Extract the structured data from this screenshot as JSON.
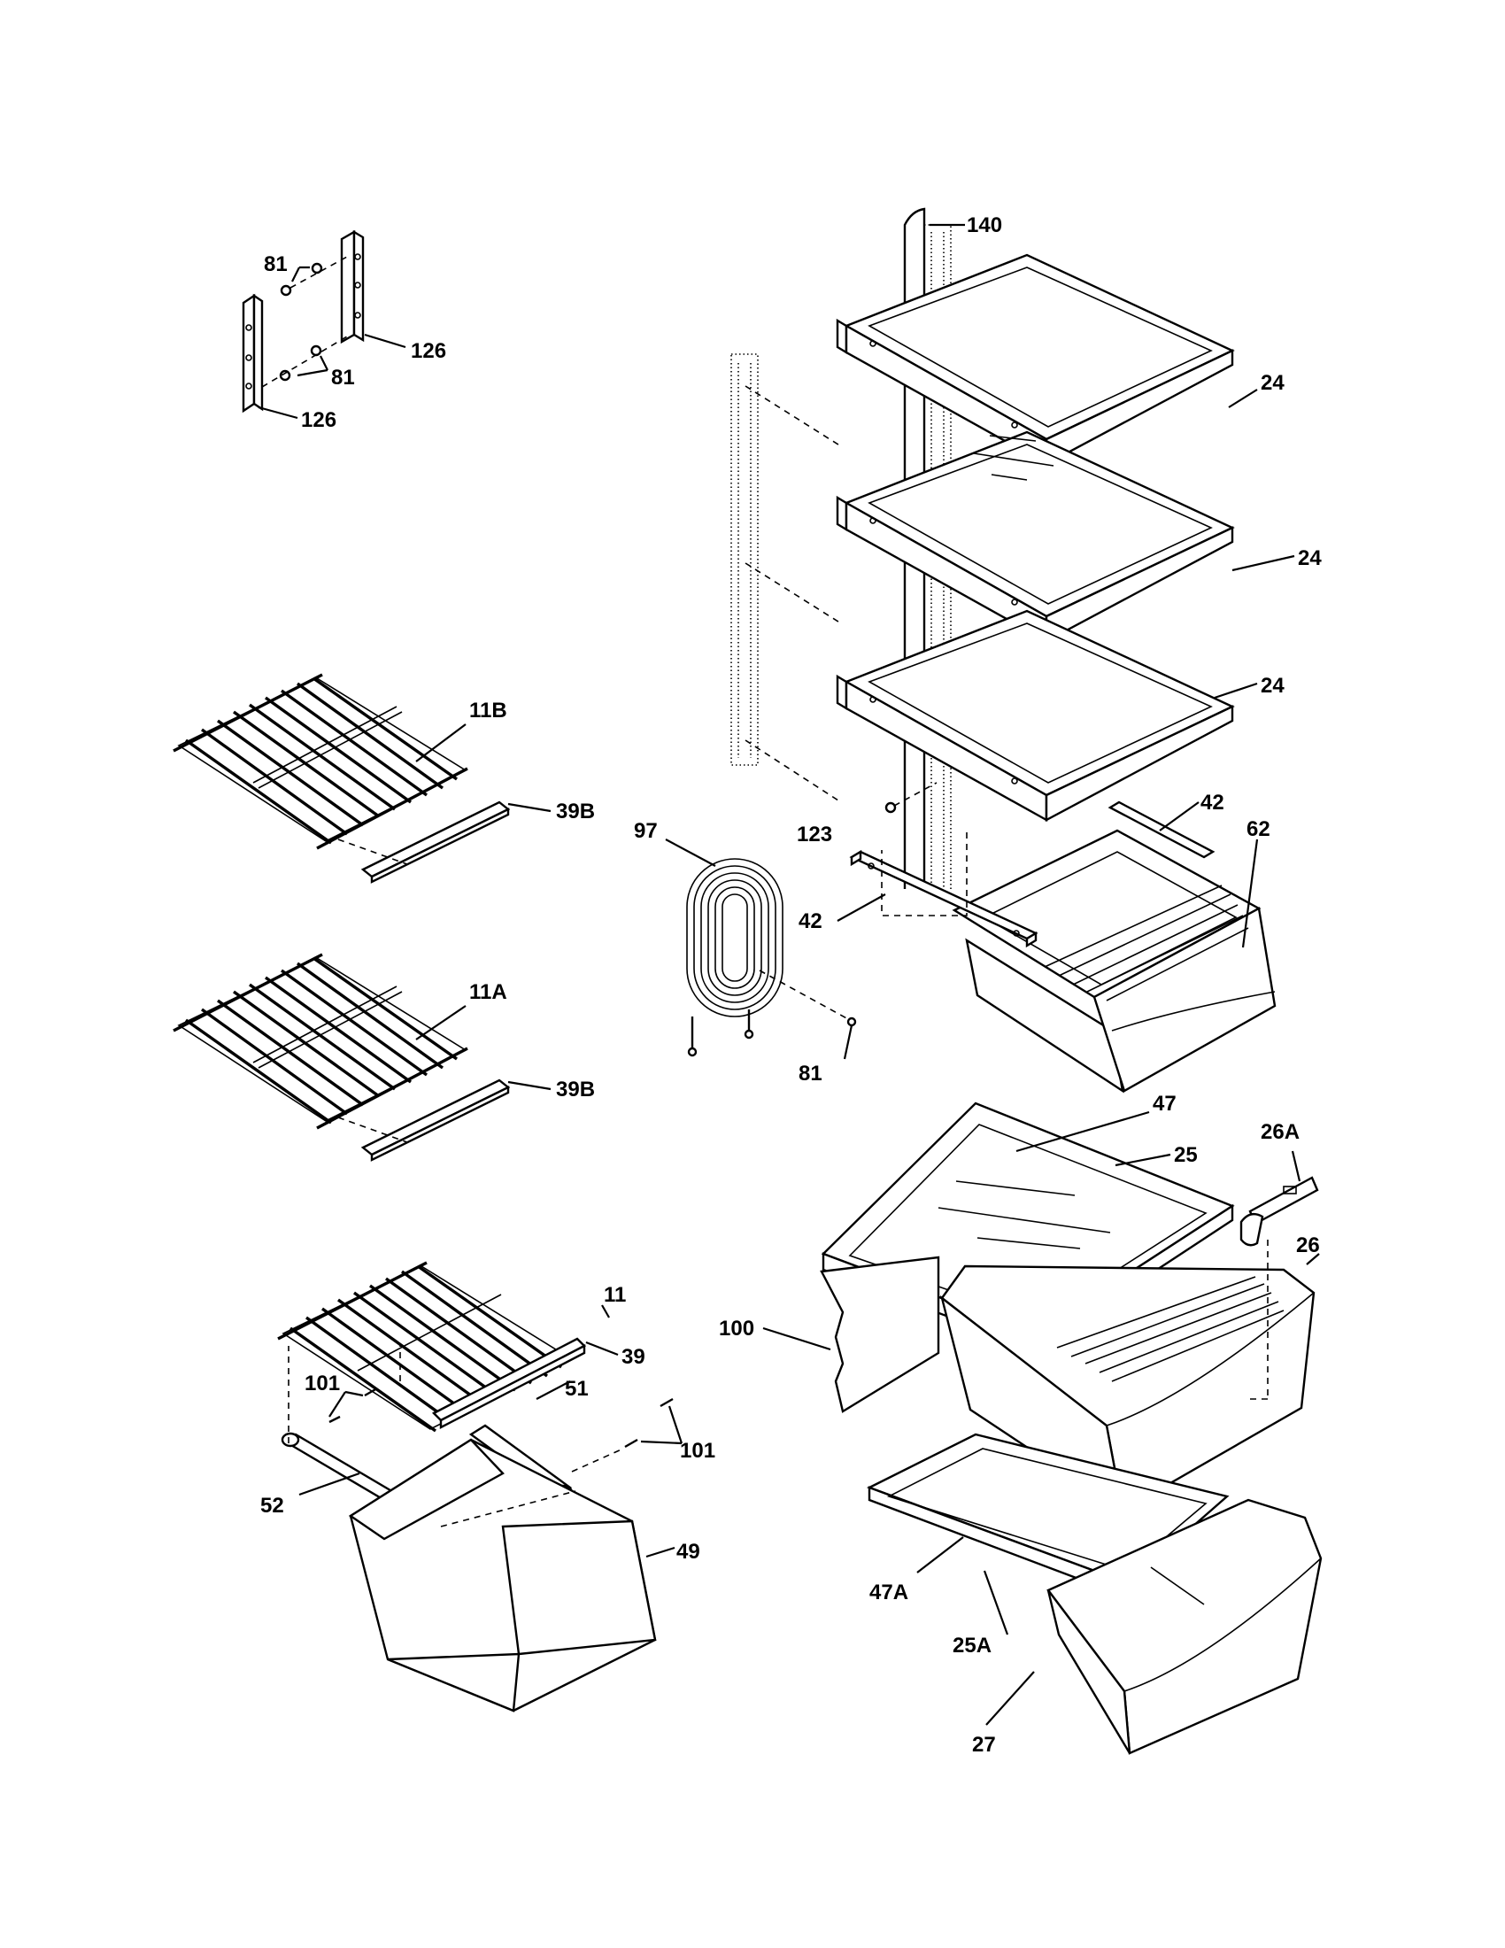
{
  "colors": {
    "ink": "#000000",
    "paper": "#ffffff"
  },
  "labels": {
    "p140": "140",
    "p81_a": "81",
    "p81_b": "81",
    "p81_c": "81",
    "p126_a": "126",
    "p126_b": "126",
    "p24_a": "24",
    "p24_b": "24",
    "p24_c": "24",
    "p11B": "11B",
    "p39B_a": "39B",
    "p39B_b": "39B",
    "p11A": "11A",
    "p97": "97",
    "p123": "123",
    "p42_a": "42",
    "p42_b": "42",
    "p62": "62",
    "p47": "47",
    "p26A": "26A",
    "p25": "25",
    "p26": "26",
    "p100": "100",
    "p11": "11",
    "p39": "39",
    "p101_a": "101",
    "p101_b": "101",
    "p51": "51",
    "p52": "52",
    "p49": "49",
    "p47A": "47A",
    "p25A": "25A",
    "p27": "27"
  }
}
